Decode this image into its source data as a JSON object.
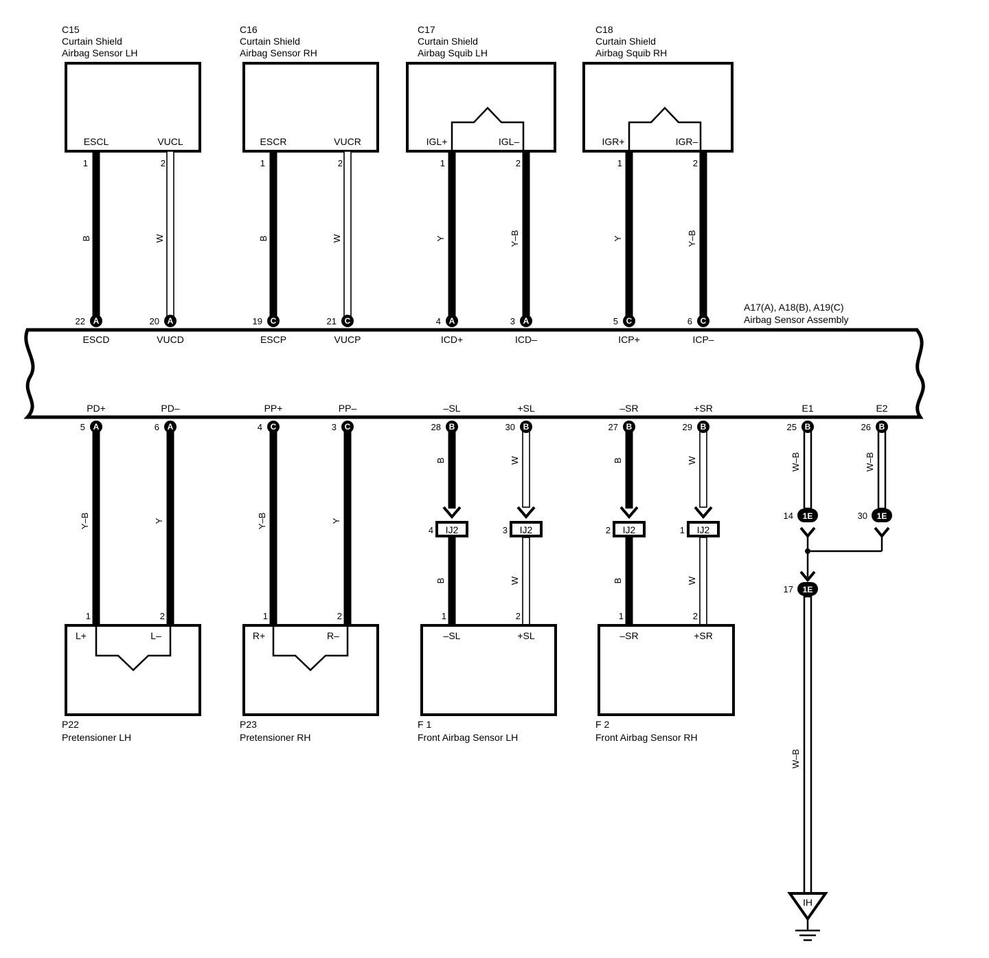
{
  "colors": {
    "line": "#000000",
    "background": "#ffffff"
  },
  "icons": {
    "ground": "ground-symbol-icon",
    "squib": "squib-symbol-icon"
  },
  "assembly": {
    "codes": "A17(A), A18(B), A19(C)",
    "name": "Airbag Sensor Assembly"
  },
  "top_components": [
    {
      "id": "c15",
      "code": "C15",
      "name_line1": "Curtain Shield",
      "name_line2": "Airbag Sensor LH",
      "type": "sensor",
      "terminals": [
        "ESCL",
        "VUCL"
      ]
    },
    {
      "id": "c16",
      "code": "C16",
      "name_line1": "Curtain Shield",
      "name_line2": "Airbag Sensor RH",
      "type": "sensor",
      "terminals": [
        "ESCR",
        "VUCR"
      ]
    },
    {
      "id": "c17",
      "code": "C17",
      "name_line1": "Curtain Shield",
      "name_line2": "Airbag Squib LH",
      "type": "squib",
      "terminals": [
        "IGL+",
        "IGL–"
      ]
    },
    {
      "id": "c18",
      "code": "C18",
      "name_line1": "Curtain Shield",
      "name_line2": "Airbag Squib RH",
      "type": "squib",
      "terminals": [
        "IGR+",
        "IGR–"
      ]
    }
  ],
  "top_wires": [
    {
      "id": "escd",
      "comp_pin": "1",
      "color": "B",
      "thick": true,
      "asm_pin": "22",
      "asm_conn": "A",
      "asm_term": "ESCD"
    },
    {
      "id": "vucd",
      "comp_pin": "2",
      "color": "W",
      "thick": false,
      "asm_pin": "20",
      "asm_conn": "A",
      "asm_term": "VUCD"
    },
    {
      "id": "escp",
      "comp_pin": "1",
      "color": "B",
      "thick": true,
      "asm_pin": "19",
      "asm_conn": "C",
      "asm_term": "ESCP"
    },
    {
      "id": "vucp",
      "comp_pin": "2",
      "color": "W",
      "thick": false,
      "asm_pin": "21",
      "asm_conn": "C",
      "asm_term": "VUCP"
    },
    {
      "id": "icdp",
      "comp_pin": "1",
      "color": "Y",
      "thick": true,
      "asm_pin": "4",
      "asm_conn": "A",
      "asm_term": "ICD+"
    },
    {
      "id": "icdm",
      "comp_pin": "2",
      "color": "Y–B",
      "thick": true,
      "asm_pin": "3",
      "asm_conn": "A",
      "asm_term": "ICD–"
    },
    {
      "id": "icpp",
      "comp_pin": "1",
      "color": "Y",
      "thick": true,
      "asm_pin": "5",
      "asm_conn": "C",
      "asm_term": "ICP+"
    },
    {
      "id": "icpm",
      "comp_pin": "2",
      "color": "Y–B",
      "thick": true,
      "asm_pin": "6",
      "asm_conn": "C",
      "asm_term": "ICP–"
    }
  ],
  "bottom_wires": [
    {
      "id": "pdp",
      "asm_term": "PD+",
      "asm_pin": "5",
      "asm_conn": "A",
      "color": "Y–B",
      "thick": true,
      "comp_pin": "1",
      "junction": null
    },
    {
      "id": "pdm",
      "asm_term": "PD–",
      "asm_pin": "6",
      "asm_conn": "A",
      "color": "Y",
      "thick": true,
      "comp_pin": "2",
      "junction": null
    },
    {
      "id": "ppp",
      "asm_term": "PP+",
      "asm_pin": "4",
      "asm_conn": "C",
      "color": "Y–B",
      "thick": true,
      "comp_pin": "1",
      "junction": null
    },
    {
      "id": "ppm",
      "asm_term": "PP–",
      "asm_pin": "3",
      "asm_conn": "C",
      "color": "Y",
      "thick": true,
      "comp_pin": "2",
      "junction": null
    },
    {
      "id": "slm",
      "asm_term": "–SL",
      "asm_pin": "28",
      "asm_conn": "B",
      "color": "B",
      "thick": true,
      "comp_pin": "1",
      "junction": {
        "pin": "4",
        "code": "IJ2"
      },
      "color_below": "B"
    },
    {
      "id": "slp",
      "asm_term": "+SL",
      "asm_pin": "30",
      "asm_conn": "B",
      "color": "W",
      "thick": false,
      "comp_pin": "2",
      "junction": {
        "pin": "3",
        "code": "IJ2"
      },
      "color_below": "W"
    },
    {
      "id": "srm",
      "asm_term": "–SR",
      "asm_pin": "27",
      "asm_conn": "B",
      "color": "B",
      "thick": true,
      "comp_pin": "1",
      "junction": {
        "pin": "2",
        "code": "IJ2"
      },
      "color_below": "B"
    },
    {
      "id": "srp",
      "asm_term": "+SR",
      "asm_pin": "29",
      "asm_conn": "B",
      "color": "W",
      "thick": false,
      "comp_pin": "2",
      "junction": {
        "pin": "1",
        "code": "IJ2"
      },
      "color_below": "W"
    }
  ],
  "bottom_components": [
    {
      "id": "p22",
      "code": "P22",
      "name": "Pretensioner LH",
      "type": "squib",
      "terminals": [
        "L+",
        "L–"
      ]
    },
    {
      "id": "p23",
      "code": "P23",
      "name": "Pretensioner RH",
      "type": "squib",
      "terminals": [
        "R+",
        "R–"
      ]
    },
    {
      "id": "f1",
      "code": "F 1",
      "name": "Front Airbag Sensor LH",
      "type": "sensor",
      "terminals": [
        "–SL",
        "+SL"
      ]
    },
    {
      "id": "f2",
      "code": "F 2",
      "name": "Front Airbag Sensor RH",
      "type": "sensor",
      "terminals": [
        "–SR",
        "+SR"
      ]
    }
  ],
  "ground_circuit": {
    "e1": {
      "asm_term": "E1",
      "asm_pin": "25",
      "asm_conn": "B",
      "color": "W–B",
      "conn_pin": "14",
      "conn_code": "1E"
    },
    "e2": {
      "asm_term": "E2",
      "asm_pin": "26",
      "asm_conn": "B",
      "color": "W–B",
      "conn_pin": "30",
      "conn_code": "1E"
    },
    "joint": {
      "conn_pin": "17",
      "conn_code": "1E"
    },
    "ground_wire_color": "W–B",
    "ground_code": "IH"
  }
}
